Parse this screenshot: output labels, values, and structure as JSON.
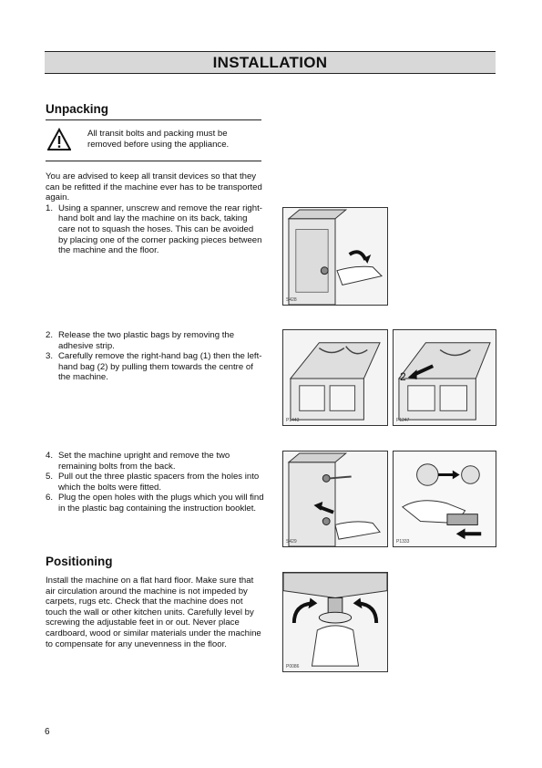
{
  "page": {
    "title": "INSTALLATION",
    "number": "6"
  },
  "unpacking": {
    "heading": "Unpacking",
    "warning": "All transit bolts and packing must be removed before using the appliance.",
    "intro": "You are advised to keep all transit devices so that they can be refitted if the machine ever has to be transported again.",
    "steps": [
      {
        "n": "1.",
        "text": "Using a spanner, unscrew and remove the rear right-hand bolt and lay the machine on its back, taking care not to squash the hoses. This can be avoided by placing one of the corner packing pieces between the machine and the floor."
      },
      {
        "n": "2.",
        "text": "Release the two plastic bags by removing the adhesive strip."
      },
      {
        "n": "3.",
        "text": "Carefully remove the right-hand bag (1) then the  left-hand bag (2) by pulling them towards the centre of the machine."
      },
      {
        "n": "4.",
        "text": "Set the machine upright and remove the two remaining bolts from the back."
      },
      {
        "n": "5.",
        "text": "Pull out the three plastic spacers from the holes into which the bolts were fitted."
      },
      {
        "n": "6.",
        "text": "Plug the open holes with the plugs which you will find in the plastic bag containing the instruction booklet."
      }
    ]
  },
  "positioning": {
    "heading": "Positioning",
    "text": "Install the machine on a flat hard floor. Make sure that air circulation around the machine is not impeded by carpets, rugs etc. Check that the machine does not touch the wall or other kitchen units. Carefully level by screwing the adjustable feet in or out. Never place cardboard, wood or similar materials under the machine to compensate for any unevenness in the floor."
  },
  "figures": {
    "fig_bag_label": "2",
    "codes": [
      "S428",
      "P1443",
      "P1247",
      "S429",
      "P1333",
      "P0086"
    ]
  },
  "colors": {
    "title_bar": "#d8d8d8",
    "figure_bg": "#f4f4f4",
    "arrow": "#111111"
  }
}
